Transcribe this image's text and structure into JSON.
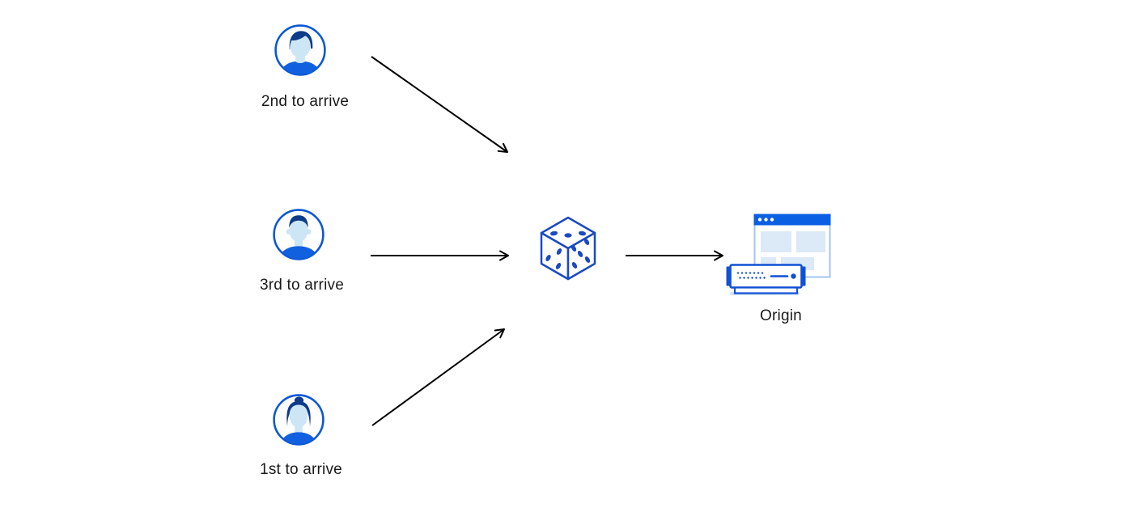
{
  "diagram": {
    "description": "Three visitors arriving in different order are routed through a random (dice) selector to a single origin server",
    "nodes": [
      {
        "id": "user-2nd",
        "type": "user",
        "label": "2nd to arrive",
        "icon": "user-male-avatar-icon"
      },
      {
        "id": "user-3rd",
        "type": "user",
        "label": "3rd to arrive",
        "icon": "user-male-avatar-icon"
      },
      {
        "id": "user-1st",
        "type": "user",
        "label": "1st to arrive",
        "icon": "user-female-avatar-icon"
      },
      {
        "id": "random-dice",
        "type": "selector",
        "label": "",
        "icon": "dice-icon"
      },
      {
        "id": "origin",
        "type": "server",
        "label": "Origin",
        "icon": "origin-server-icon"
      }
    ],
    "edges": [
      {
        "from": "user-2nd",
        "to": "random-dice"
      },
      {
        "from": "user-3rd",
        "to": "random-dice"
      },
      {
        "from": "user-1st",
        "to": "random-dice"
      },
      {
        "from": "random-dice",
        "to": "origin"
      }
    ],
    "colors": {
      "background": "#ffffff",
      "arrow": "#000000",
      "text": "#1a1a1a",
      "avatar_ring_blue": "#0b58d6",
      "avatar_shirt_blue": "#1160e0",
      "avatar_hair_navy": "#0e3c8a",
      "avatar_skin_light_blue": "#cde6f6",
      "dice_blue": "#1a49c2",
      "browser_bar_blue": "#0b5fe3",
      "panel_light_blue": "#dce9f6",
      "window_border_blue": "#a3c6ee",
      "server_blue": "#1150d4",
      "server_shadow_blue": "#cfe4f7"
    }
  }
}
